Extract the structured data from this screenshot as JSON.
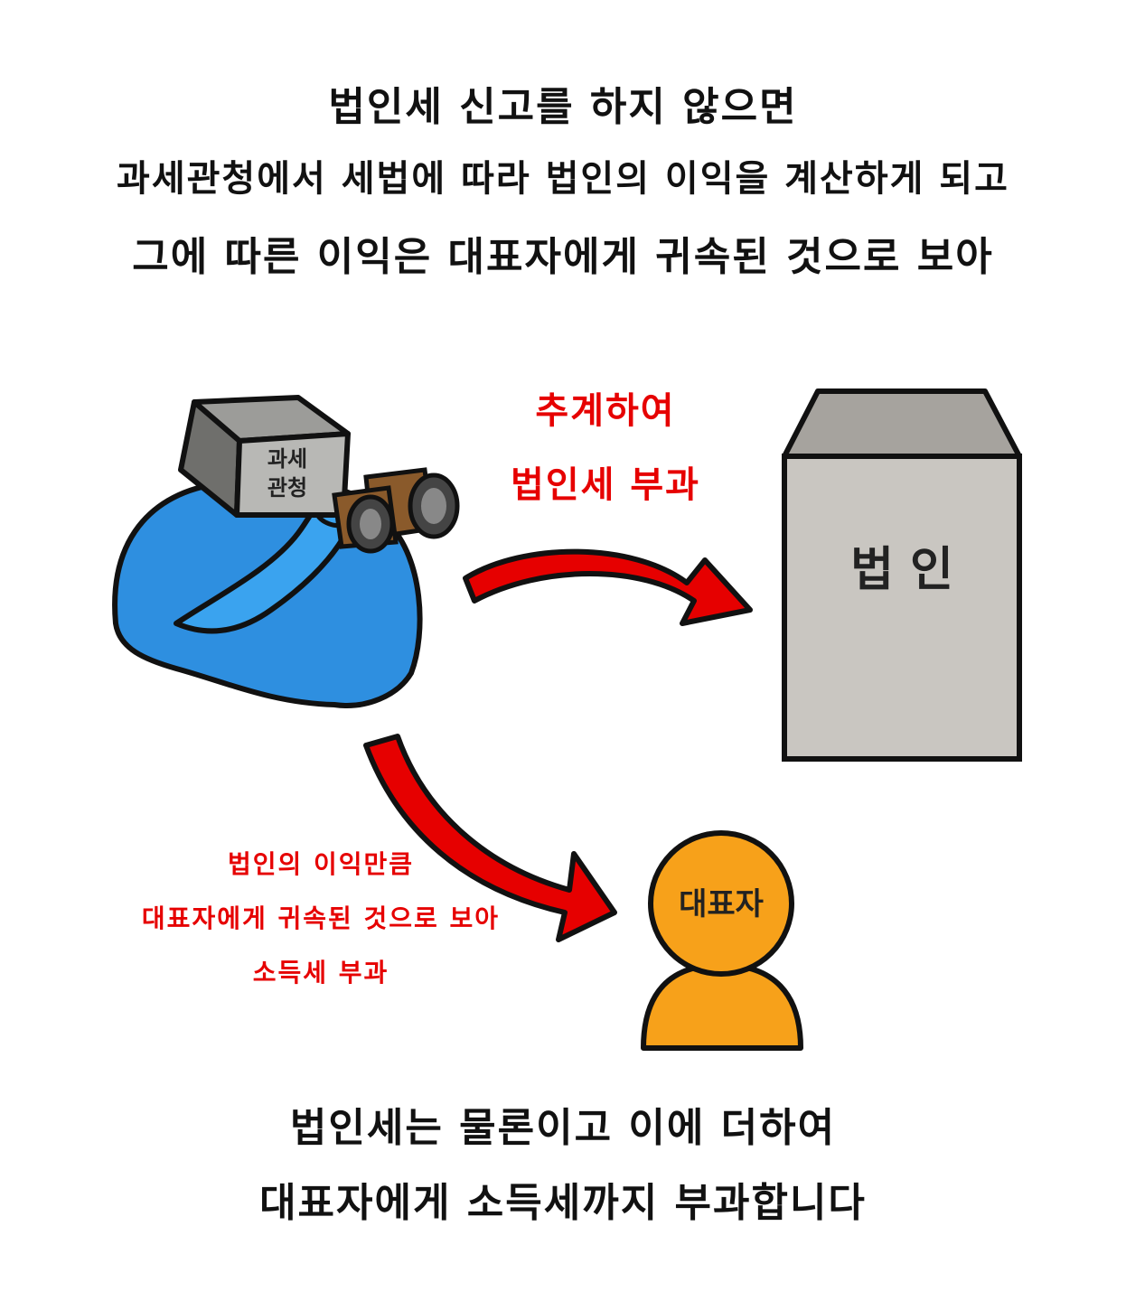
{
  "header": {
    "line1": "법인세 신고를 하지 않으면",
    "line2": "과세관청에서 세법에 따라 법인의 이익을 계산하게 되고",
    "line3": "그에 따른 이익은 대표자에게 귀속된 것으로 보아"
  },
  "tax_office": {
    "box_line1": "과세",
    "box_line2": "관청"
  },
  "corp_arrow_label": {
    "line1": "추계하여",
    "line2": "법인세 부과"
  },
  "corporation": {
    "label": "법 인"
  },
  "rep_arrow_label": {
    "line1": "법인의 이익만큼",
    "line2": "대표자에게 귀속된 것으로 보아",
    "line3": "소득세 부과"
  },
  "representative": {
    "label": "대표자"
  },
  "footer": {
    "line1": "법인세는 물론이고 이에 더하여",
    "line2": "대표자에게 소득세까지 부과합니다"
  },
  "colors": {
    "text": "#111111",
    "accent_red": "#e60000",
    "tax_office_body": "#2e8fe0",
    "tax_office_box": "#8a8a88",
    "corporation_box": "#c9c6c1",
    "corporation_roof": "#a6a39e",
    "representative": "#f7a11a"
  }
}
